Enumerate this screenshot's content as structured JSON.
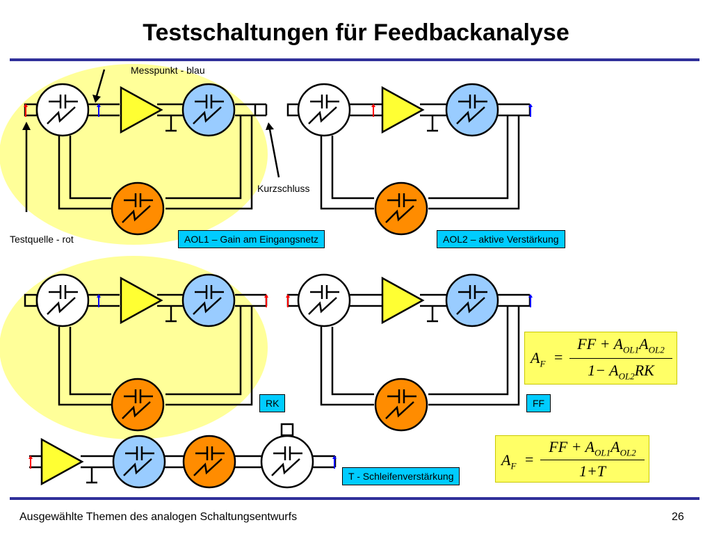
{
  "title": "Testschaltungen für Feedbackanalyse",
  "labels": {
    "messpunkt": "Messpunkt - blau",
    "kurzschluss": "Kurzschluss",
    "testquelle": "Testquelle - rot"
  },
  "boxes": {
    "aol1": "AOL1 – Gain am Eingangsnetz",
    "aol2": "AOL2 – aktive Verstärkung",
    "rk": "RK",
    "ff": "FF",
    "t": "T - Schleifenverstärkung"
  },
  "formula1": {
    "lhs": "A",
    "lhs_sub": "F",
    "num_a": "FF + A",
    "num_sub1": "OL1",
    "num_b": "A",
    "num_sub2": "OL2",
    "den_a": "1− A",
    "den_sub": "OL2",
    "den_b": "RK"
  },
  "formula2": {
    "lhs": "A",
    "lhs_sub": "F",
    "num_a": "FF + A",
    "num_sub1": "OL1",
    "num_b": "A",
    "num_sub2": "OL2",
    "den": "1+T"
  },
  "footer": {
    "left": "Ausgewählte Themen des analogen Schaltungsentwurfs",
    "page": "26"
  },
  "colors": {
    "highlight": "#ffff99",
    "amplifier": "#ffff33",
    "blue_block": "#99ccff",
    "orange_block": "#ff8c00",
    "white_block": "#ffffff",
    "label_box": "#00ccff",
    "rule": "#30309a",
    "source_arrow": "#ff0000",
    "probe_arrow": "#0000ff"
  }
}
